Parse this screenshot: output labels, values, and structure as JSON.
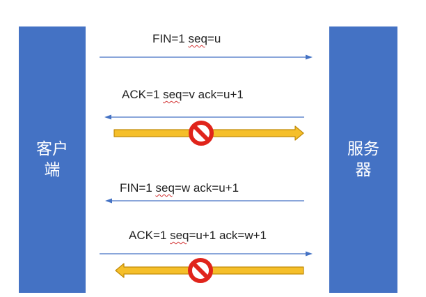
{
  "nodes": {
    "client": "客户端",
    "server": "服务器"
  },
  "messages": [
    {
      "pre": "FIN=1 ",
      "seq": "seq",
      "post": "=u"
    },
    {
      "pre": "ACK=1 ",
      "seq": "seq",
      "post": "=v  ack=u+1"
    },
    {
      "pre": "FIN=1 ",
      "seq": "seq",
      "post": "=w  ack=u+1"
    },
    {
      "pre": "ACK=1 ",
      "seq": "seq",
      "post": "=u+1 ack=w+1"
    }
  ],
  "colors": {
    "node": "#4472c4",
    "line_arrow": "#4472c4",
    "blocked_arrow_fill": "#f5bf2a",
    "blocked_arrow_stroke": "#c08a08",
    "no_sign": "#e0241b"
  }
}
